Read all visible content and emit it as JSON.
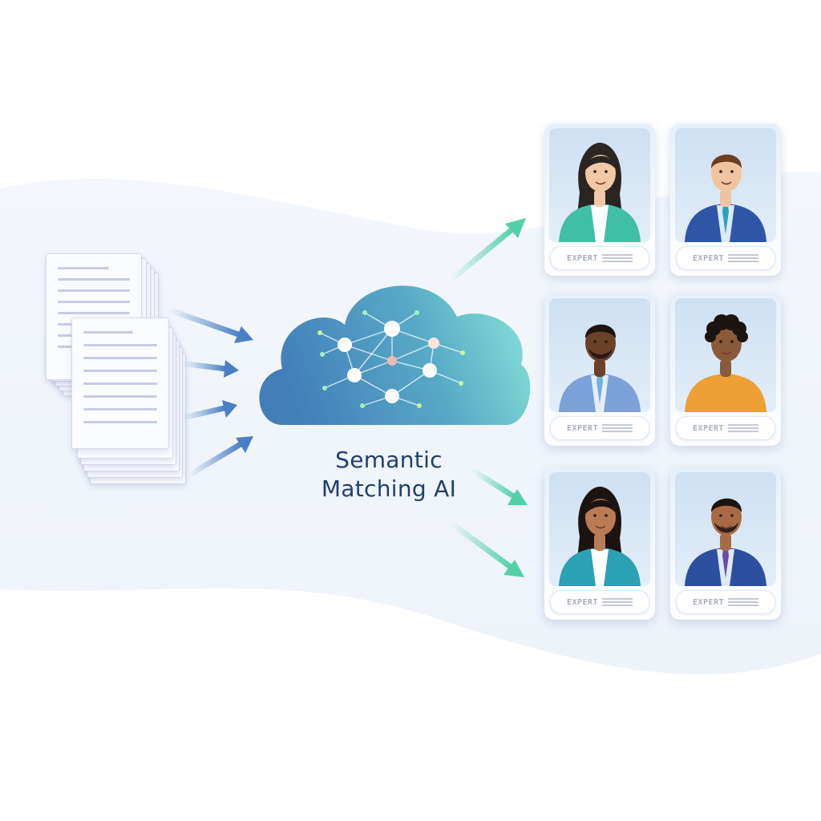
{
  "label": {
    "line1": "Semantic",
    "line2": "Matching AI"
  },
  "expert_cards": [
    {
      "tag": "EXPERT",
      "skin": "#f1c9a5",
      "hair": "#2a2522",
      "hair_style": "long",
      "outfit": "#3fbfa6",
      "inner": "#ffffff",
      "tie": null
    },
    {
      "tag": "EXPERT",
      "skin": "#f0c4a0",
      "hair": "#6b3e22",
      "hair_style": "short",
      "outfit": "#2f55a6",
      "inner": "#dce9f7",
      "tie": "#2aa3b5"
    },
    {
      "tag": "EXPERT",
      "skin": "#6b4128",
      "hair": "#1c1410",
      "hair_style": "short",
      "outfit": "#7aa1d8",
      "inner": "#e4eef9",
      "tie": "#6fb2e0",
      "beard": true
    },
    {
      "tag": "EXPERT",
      "skin": "#8a5a3b",
      "hair": "#1c1410",
      "hair_style": "curly",
      "outfit": "#ee9f36",
      "inner": "#ee9f36",
      "tie": null
    },
    {
      "tag": "EXPERT",
      "skin": "#b97c55",
      "hair": "#1c1410",
      "hair_style": "long",
      "outfit": "#2aa2b3",
      "inner": "#ffffff",
      "tie": null
    },
    {
      "tag": "EXPERT",
      "skin": "#a86a45",
      "hair": "#1c1410",
      "hair_style": "short",
      "outfit": "#2c4fa0",
      "inner": "#dfeaf8",
      "tie": "#6b4ca6",
      "beard": true
    }
  ],
  "colors": {
    "input_arrow": "#4a7fc4",
    "output_arrow": "#52d1a8",
    "cloud_left": "#3a78b5",
    "cloud_right": "#7ee0d0",
    "text": "#1f3f6e"
  }
}
